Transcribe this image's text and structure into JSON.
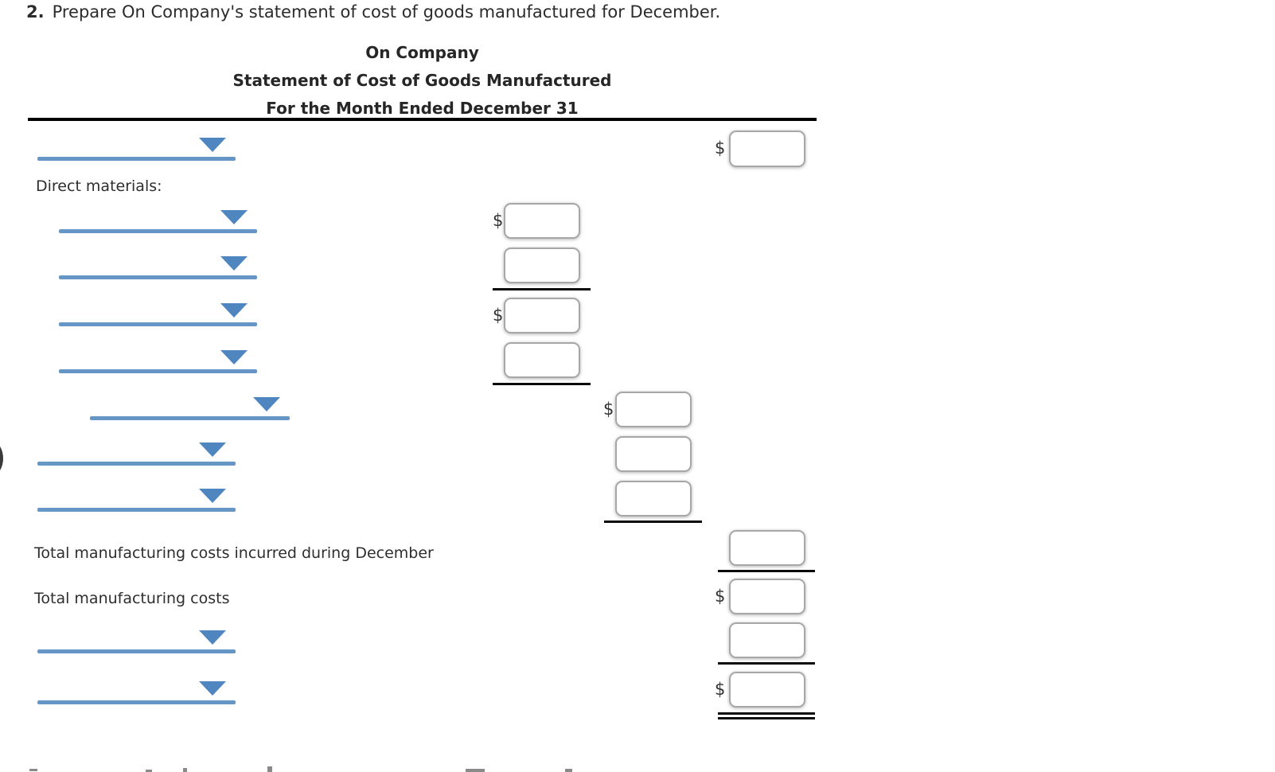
{
  "task": {
    "number": "2.",
    "text": "Prepare On Company's statement of cost of goods manufactured for December."
  },
  "statement_header": {
    "company": "On Company",
    "title": "Statement of Cost of Goods Manufactured",
    "period": "For the Month Ended December 31"
  },
  "section_labels": {
    "direct_materials": "Direct materials:",
    "total_manufacturing_costs_incurred": "Total manufacturing costs incurred during December",
    "total_manufacturing_costs": "Total manufacturing costs"
  },
  "currency_symbol": "$",
  "form": {
    "description": "Blank statement form: 10 account-selection dropdowns (all unselected, shown as blue underline with down-arrow) and 12 empty amount input boxes arranged in three amount columns plus a total column.",
    "rows": [
      {
        "row": 1,
        "type": "select",
        "indent": 0,
        "selected": "",
        "amount_column": "total",
        "has_dollar": true,
        "value": ""
      },
      {
        "row": 2,
        "type": "section_label",
        "label_key": "direct_materials"
      },
      {
        "row": 3,
        "type": "select",
        "indent": 1,
        "selected": "",
        "amount_column": "inner",
        "has_dollar": true,
        "value": ""
      },
      {
        "row": 4,
        "type": "select",
        "indent": 1,
        "selected": "",
        "amount_column": "inner",
        "has_dollar": false,
        "value": "",
        "underline_after": true
      },
      {
        "row": 5,
        "type": "select",
        "indent": 1,
        "selected": "",
        "amount_column": "inner",
        "has_dollar": true,
        "value": ""
      },
      {
        "row": 6,
        "type": "select",
        "indent": 1,
        "selected": "",
        "amount_column": "inner",
        "has_dollar": false,
        "value": "",
        "underline_after": true
      },
      {
        "row": 7,
        "type": "select",
        "indent": 2,
        "selected": "",
        "amount_column": "middle",
        "has_dollar": true,
        "value": ""
      },
      {
        "row": 8,
        "type": "select",
        "indent": 0,
        "selected": "",
        "amount_column": "middle",
        "has_dollar": false,
        "value": ""
      },
      {
        "row": 9,
        "type": "select",
        "indent": 0,
        "selected": "",
        "amount_column": "middle",
        "has_dollar": false,
        "value": "",
        "underline_after": true
      },
      {
        "row": 10,
        "type": "label",
        "label_key": "total_manufacturing_costs_incurred",
        "amount_column": "total",
        "has_dollar": false,
        "value": "",
        "underline_after": true
      },
      {
        "row": 11,
        "type": "label",
        "label_key": "total_manufacturing_costs",
        "amount_column": "total",
        "has_dollar": true,
        "value": ""
      },
      {
        "row": 12,
        "type": "select",
        "indent": 0,
        "selected": "",
        "amount_column": "total",
        "has_dollar": false,
        "value": "",
        "underline_after": true
      },
      {
        "row": 13,
        "type": "select",
        "indent": 0,
        "selected": "",
        "amount_column": "total",
        "has_dollar": true,
        "value": "",
        "double_underline_after": true
      }
    ]
  },
  "colors": {
    "select_underline_blue": "#6596c6",
    "select_arrow_blue": "#4f86c0",
    "input_border_gray": "#a7a7a7",
    "rule_black": "#000000",
    "text_dark": "#2b2b2b"
  }
}
